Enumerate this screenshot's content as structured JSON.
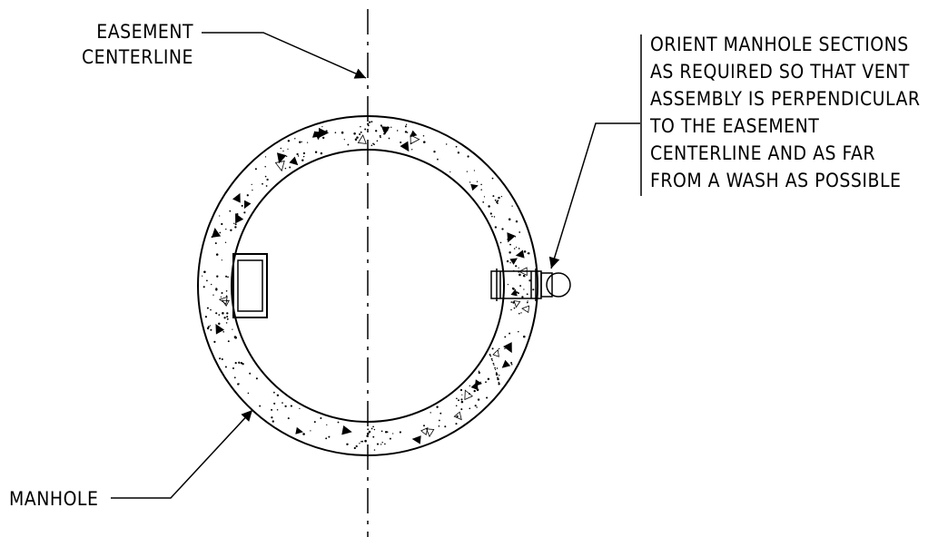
{
  "labels": {
    "easement_line1": "EASEMENT",
    "easement_line2": "CENTERLINE",
    "manhole": "MANHOLE",
    "note": [
      "ORIENT MANHOLE SECTIONS",
      "AS REQUIRED SO THAT VENT",
      "ASSEMBLY IS PERPENDICULAR",
      "TO THE EASEMENT",
      "CENTERLINE AND AS FAR",
      "FROM A WASH AS POSSIBLE"
    ]
  },
  "colors": {
    "line": "#000000",
    "background": "#ffffff"
  },
  "icons": {
    "leader_arrow": "arrowhead"
  }
}
